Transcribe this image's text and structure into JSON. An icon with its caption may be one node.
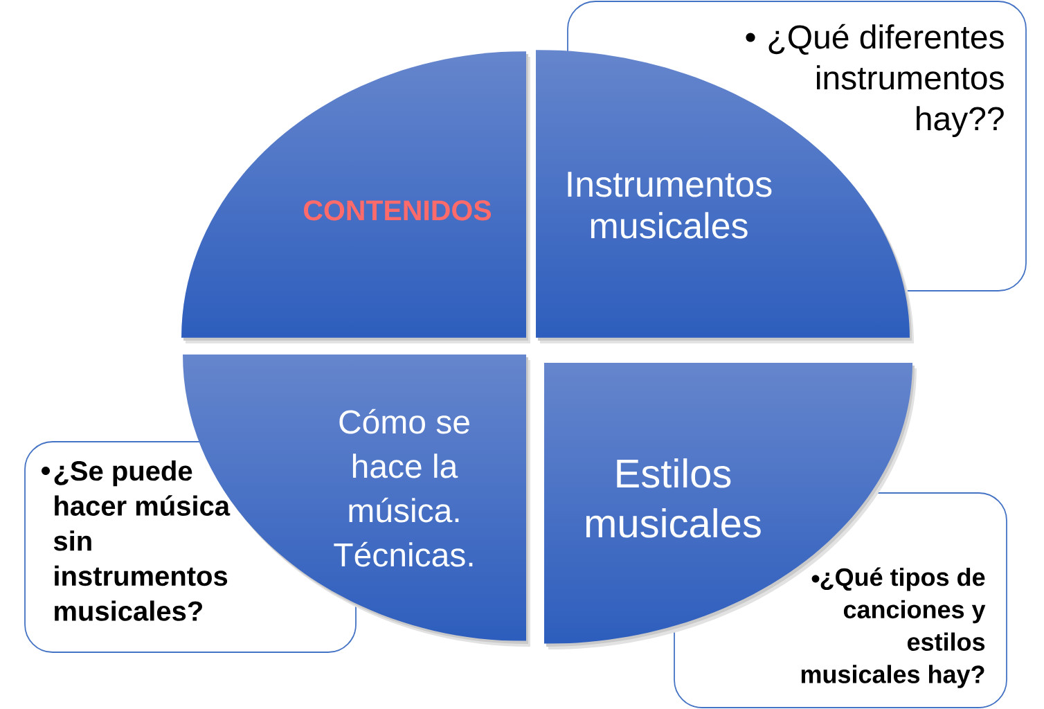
{
  "diagram": {
    "nodes": [
      {
        "text": [
          "CONTENIDOS"
        ]
      },
      {
        "text": [
          "Instrumentos musicales"
        ]
      },
      {
        "text": [
          "¿Qué diferentes instrumentos hay??"
        ]
      },
      {
        "text": [
          "Cómo se hace la música. Técnicas."
        ]
      },
      {
        "text": [
          "¿Se puede hacer música sin instrumentos musicales?"
        ]
      },
      {
        "text": [
          "Estilos musicales"
        ]
      },
      {
        "text": [
          "¿Qué tipos de canciones y estilos musicales hay?"
        ]
      }
    ]
  }
}
